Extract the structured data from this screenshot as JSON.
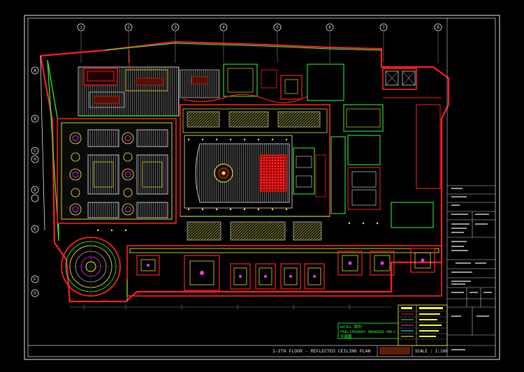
{
  "drawing": {
    "title": "1-2TH FLOOR - REFLECTED CEILING PLAN",
    "scale": "SCALE : 1:100",
    "note_box": [
      "HOTEL 設計",
      "PRELIMINARY DRAWING ONLY",
      "平面圖"
    ]
  },
  "grid_top": [
    "1",
    "2",
    "3",
    "4",
    "5",
    "6",
    "7",
    "8"
  ],
  "grid_left": [
    "A",
    "B",
    "C",
    "D",
    "E",
    "F",
    "G",
    "H"
  ],
  "colors": {
    "background": "#000000",
    "red": "#ff2020",
    "green": "#33ff33",
    "yellow": "#ffff33",
    "white": "#e8e8e8",
    "gray": "#8a8a8a",
    "magenta": "#ff33ff",
    "cyan": "#33ffff",
    "blue": "#6666ff"
  }
}
